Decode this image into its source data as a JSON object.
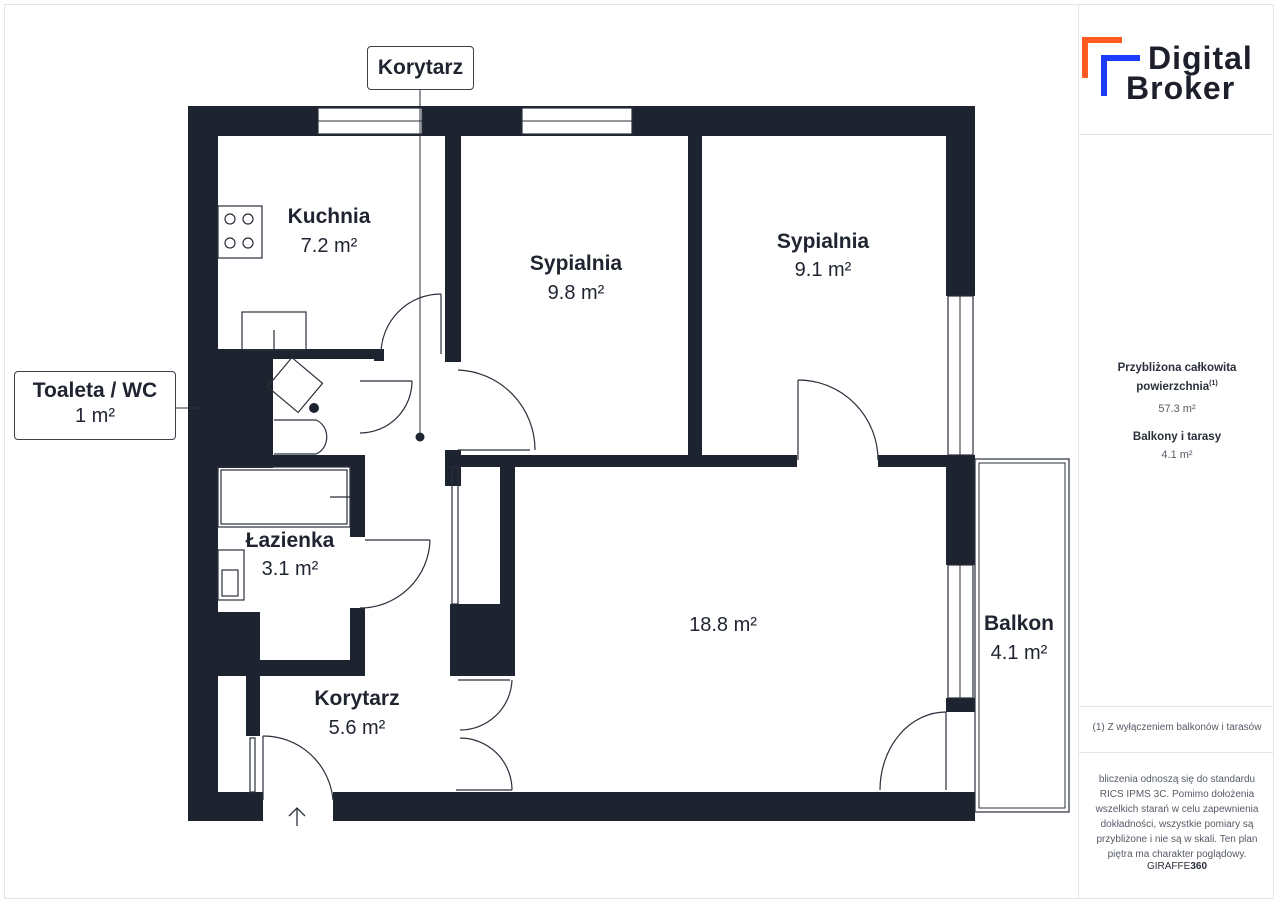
{
  "brand": {
    "line1": "Digital",
    "line2": "Broker",
    "accent_orange": "#ff5a1f",
    "accent_blue": "#1e3cff"
  },
  "rooms": {
    "kuchnia": {
      "name": "Kuchnia",
      "area": "7.2 m²"
    },
    "sypialnia1": {
      "name": "Sypialnia",
      "area": "9.8 m²"
    },
    "sypialnia2": {
      "name": "Sypialnia",
      "area": "9.1 m²"
    },
    "lazienka": {
      "name": "Łazienka",
      "area": "3.1 m²"
    },
    "salon": {
      "area": "18.8 m²"
    },
    "korytarz": {
      "name": "Korytarz",
      "area": "5.6 m²"
    },
    "balkon": {
      "name": "Balkon",
      "area": "4.1 m²"
    }
  },
  "callouts": {
    "korytarz_top": {
      "name": "Korytarz"
    },
    "toaleta": {
      "name": "Toaleta / WC",
      "area": "1 m²"
    }
  },
  "summary": {
    "total_label_line1": "Przybliżona całkowita",
    "total_label_line2": "powierzchnia",
    "total_footnote_mark": "(1)",
    "total_value": "57.3 m²",
    "balcony_label": "Balkony i tarasy",
    "balcony_value": "4.1 m²"
  },
  "footnote": "(1) Z wyłączeniem balkonów i tarasów",
  "disclaimer": [
    "bliczenia odnoszą się do standardu",
    "RICS IPMS 3C. Pomimo dołożenia",
    "wszelkich starań w celu zapewnienia",
    "dokładności, wszystkie pomiary są",
    "przybliżone i nie są w skali. Ten plan",
    "piętra ma charakter poglądowy."
  ],
  "credit": {
    "prefix": "GIRAFFE",
    "suffix": "360"
  },
  "colors": {
    "wall": "#1e2330",
    "line": "#2a2f3a"
  }
}
